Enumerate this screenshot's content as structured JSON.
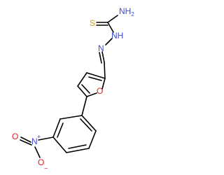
{
  "molecule": {
    "atoms": {
      "amine": {
        "text": "NH2",
        "element": "N",
        "color": "#3b4bd8"
      },
      "sulfur": {
        "text": "S",
        "element": "S",
        "color": "#c9a21a"
      },
      "hydrazine_nh": {
        "text": "NH",
        "element": "N",
        "color": "#3b4bd8"
      },
      "imine_n": {
        "text": "N",
        "element": "N",
        "color": "#3b4bd8"
      },
      "furan_o": {
        "text": "O",
        "element": "O",
        "color": "#e02020"
      },
      "nitro_n": {
        "text": "N",
        "element": "N",
        "color": "#3b4bd8",
        "charge": "+"
      },
      "nitro_o_double": {
        "text": "O",
        "element": "O",
        "color": "#e02020"
      },
      "nitro_o_minus": {
        "text": "O",
        "element": "O",
        "color": "#e02020",
        "charge": "−"
      }
    },
    "bond_color": "#000000"
  }
}
